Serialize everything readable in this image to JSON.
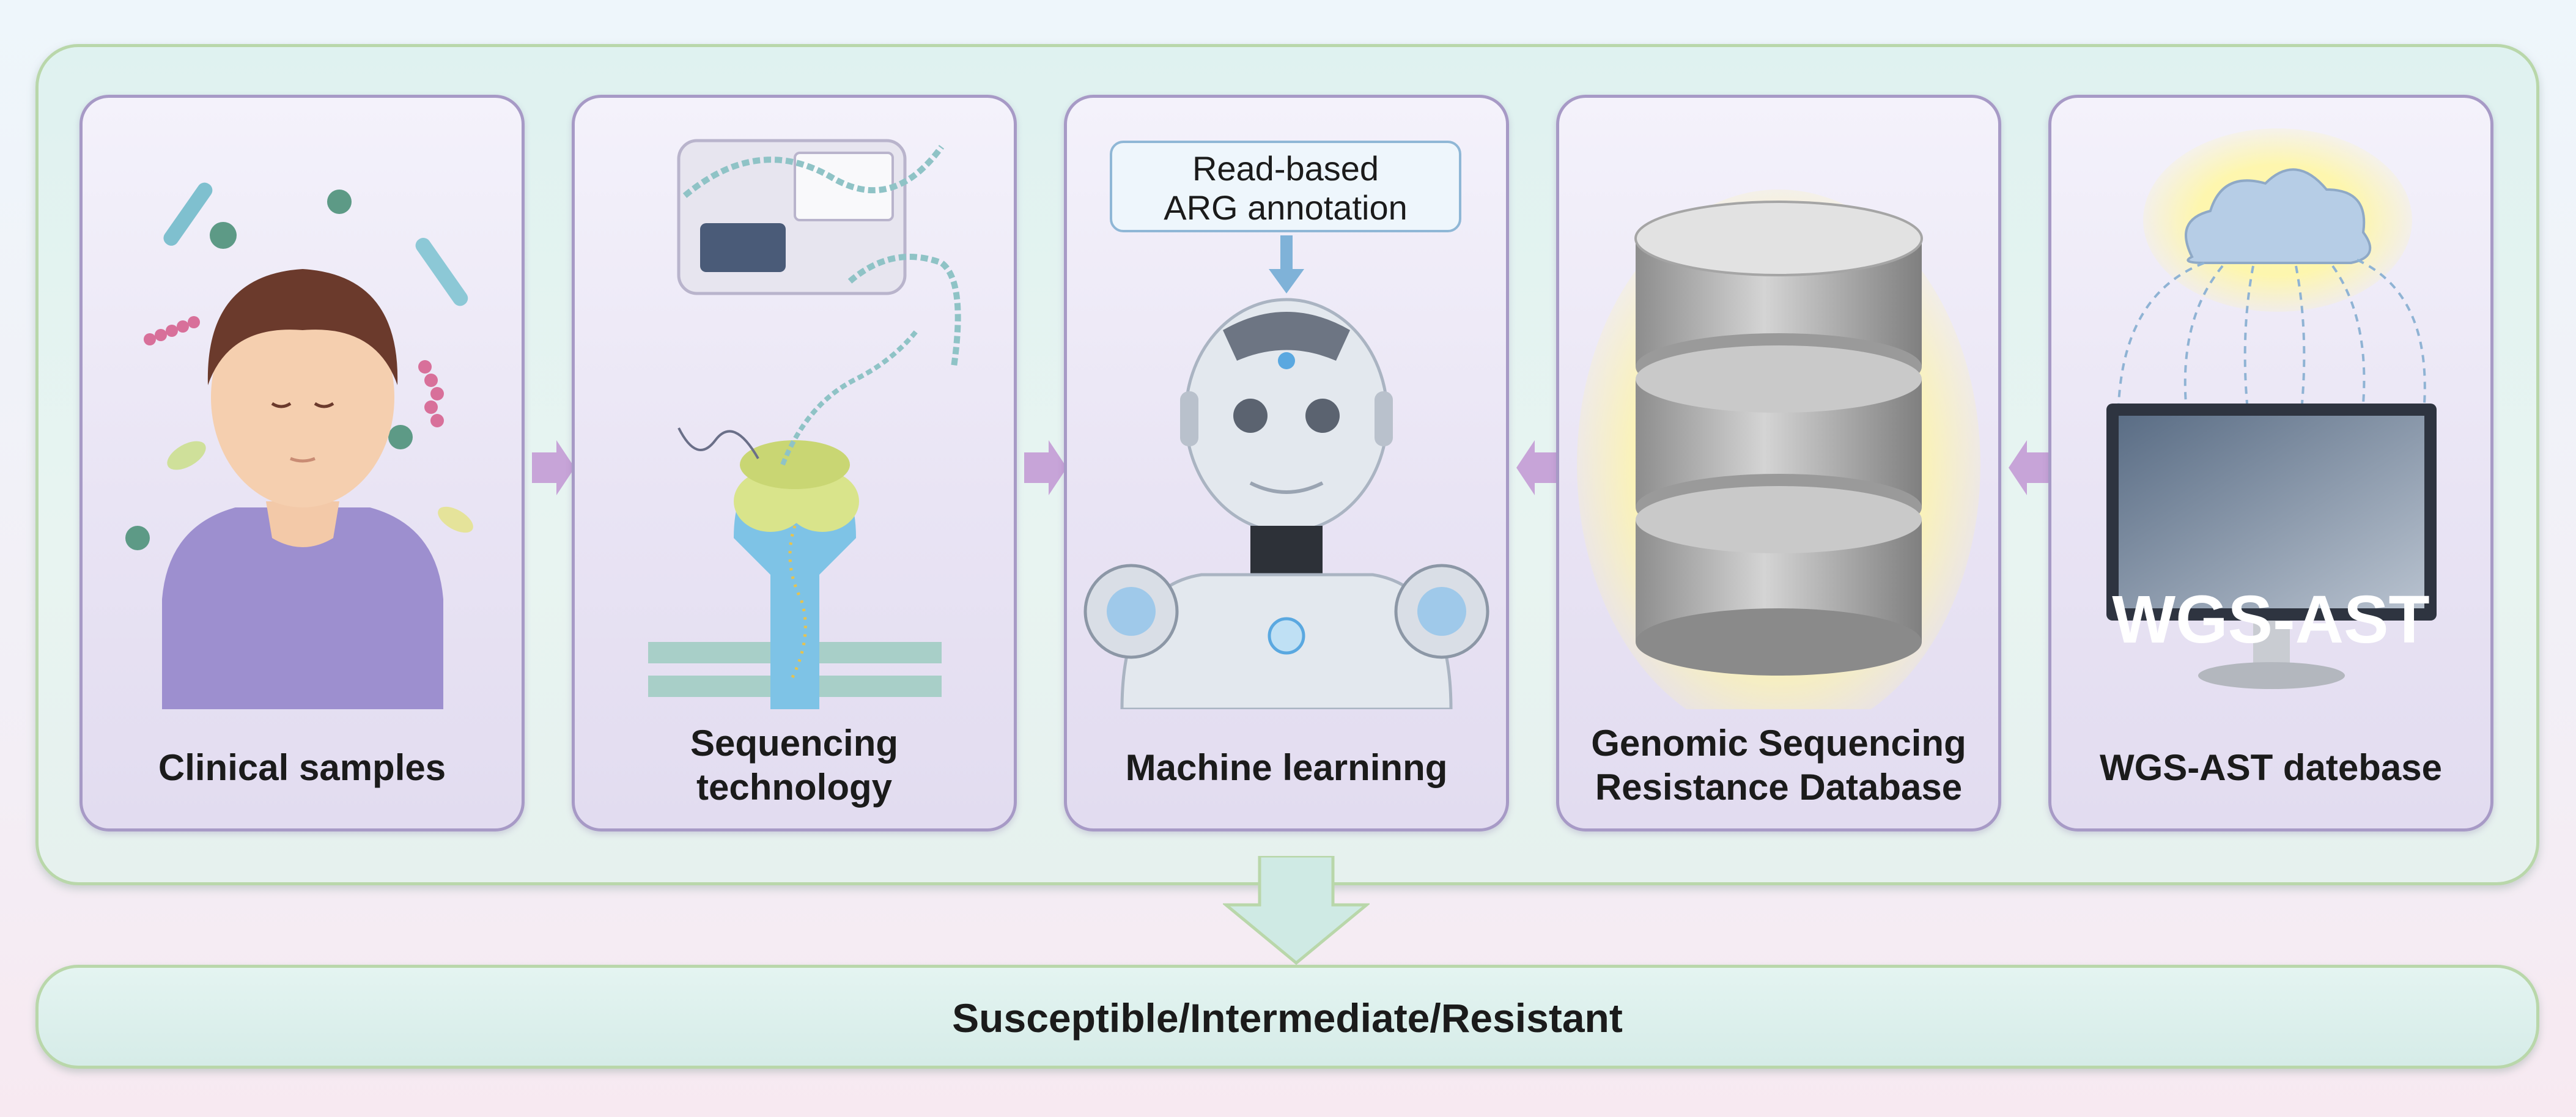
{
  "panels": [
    {
      "label": "Clinical samples"
    },
    {
      "label_line1": "Sequencing",
      "label_line2": "technology"
    },
    {
      "label": "Machine learninng",
      "callout_line1": "Read-based",
      "callout_line2": "ARG annotation"
    },
    {
      "label_line1": "Genomic Sequencing",
      "label_line2": "Resistance Database"
    },
    {
      "label": "WGS-AST datebase",
      "screen_text": "WGS-AST"
    }
  ],
  "outcome": "Susceptible/Intermediate/Resistant",
  "icons": [
    "person-with-microbes-icon",
    "sequencer-icon",
    "robot-icon",
    "database-cylinder-icon",
    "cloud-computer-icon"
  ],
  "colors": {
    "panel_border": "#a79ac6",
    "outer_border": "#b9d7aa",
    "arrow": "#c7a4d8"
  }
}
